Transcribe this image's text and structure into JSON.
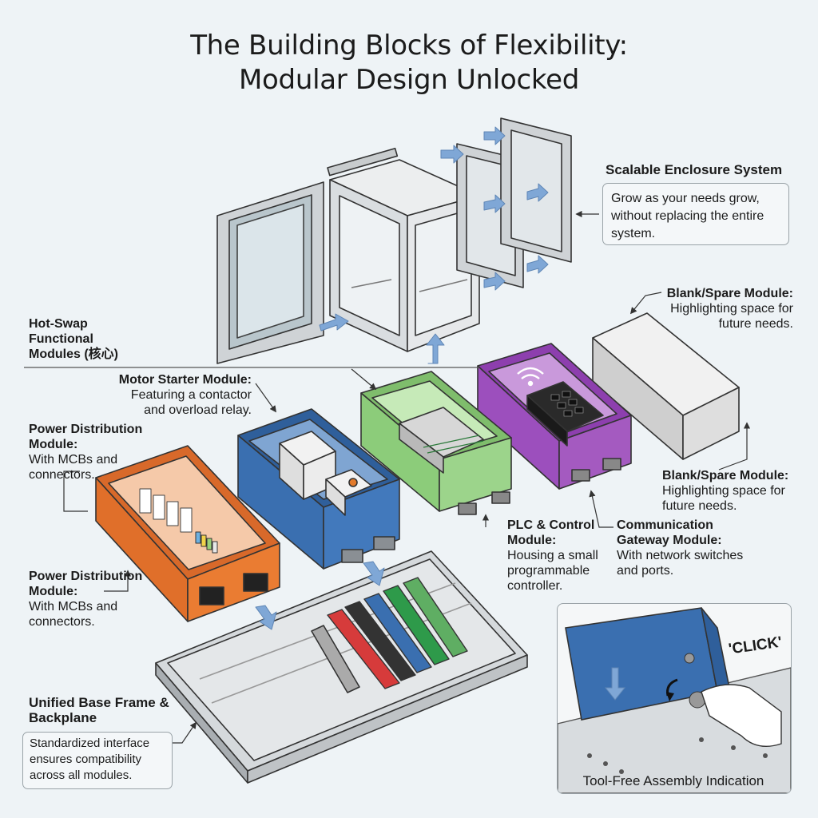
{
  "title": {
    "line1": "The Building Blocks of Flexibility:",
    "line2": "Modular Design Unlocked"
  },
  "enclosure": {
    "heading": "Scalable Enclosure System",
    "text": "Grow as your needs grow, without replacing the entire system."
  },
  "blank_top": {
    "heading": "Blank/Spare Module:",
    "text": "Highlighting space for future needs."
  },
  "hotswap": {
    "heading": "Hot-Swap Functional Modules (核心)"
  },
  "motor": {
    "heading": "Motor Starter Module:",
    "text": "Featuring a contactor and overload relay."
  },
  "power1": {
    "heading": "Power Distribution Module:",
    "text": "With MCBs and connectors."
  },
  "power2": {
    "heading": "Power Distribution Module:",
    "text": "With MCBs and connectors."
  },
  "plc": {
    "heading": "PLC & Control Module:",
    "text": "Housing a small programmable controller."
  },
  "comm": {
    "heading": "Communication Gateway Module:",
    "text": "With network switches and ports."
  },
  "blank_bottom": {
    "heading": "Blank/Spare Module:",
    "text": "Highlighting space for future needs."
  },
  "base": {
    "heading": "Unified Base Frame & Backplane",
    "text": "Standardized interface ensures compatibility across all modules."
  },
  "inset": {
    "caption": "Tool-Free Assembly Indication",
    "click": "'CLICK'"
  },
  "colors": {
    "power": "#e9782b",
    "motor": "#3a6fb0",
    "plc": "#9cd48b",
    "comm": "#a45ac0",
    "blank": "#dcdcdc"
  }
}
